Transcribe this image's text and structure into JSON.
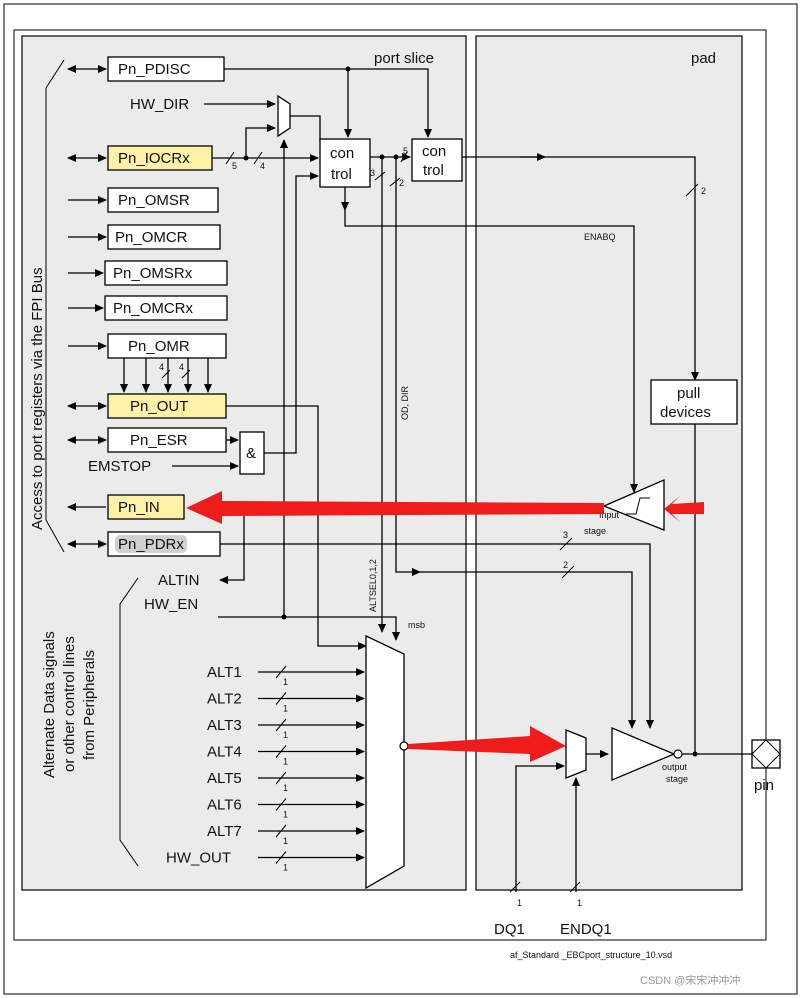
{
  "regions": {
    "port_slice": "port slice",
    "pad": "pad"
  },
  "bus_label": "Access to port registers via the FPI Bus",
  "periph_label": [
    "Alternate Data signals",
    "or other control lines",
    "from Peripherals"
  ],
  "registers": {
    "pdisc": "Pn_PDISC",
    "iocr": "Pn_IOCRx",
    "omsr": "Pn_OMSR",
    "omcr": "Pn_OMCR",
    "omsrx": "Pn_OMSRx",
    "omcrx": "Pn_OMCRx",
    "omr": "Pn_OMR",
    "out": "Pn_OUT",
    "esr": "Pn_ESR",
    "in": "Pn_IN",
    "pdr": "Pn_PDRx"
  },
  "signals": {
    "hw_dir": "HW_DIR",
    "emstop": "EMSTOP",
    "altin": "ALTIN",
    "hw_en": "HW_EN",
    "enabq": "ENABQ",
    "od_dir": "OD, DIR",
    "altsel": "ALTSEL0,1,2",
    "msb": "msb"
  },
  "blocks": {
    "control1": [
      "con",
      "trol"
    ],
    "control2": [
      "con",
      "trol"
    ],
    "and_gate": "&",
    "pull": [
      "pull",
      "devices"
    ],
    "input_stage": [
      "Input",
      "stage"
    ],
    "output_stage": [
      "output",
      "stage"
    ],
    "pin": "pin"
  },
  "alt_inputs": [
    "ALT1",
    "ALT2",
    "ALT3",
    "ALT4",
    "ALT5",
    "ALT6",
    "ALT7",
    "HW_OUT"
  ],
  "alt_bus_width": "1",
  "bus_widths": {
    "iocr_a": "5",
    "iocr_b": "4",
    "ctrl_a": "5",
    "ctrl_b": "3",
    "ctrl_c": "2",
    "pad_bus": "2",
    "omr_a": "4",
    "omr_b": "4",
    "pdr_a": "3",
    "pdr_b": "2",
    "dq1": "1",
    "endq1": "1"
  },
  "bottom_signals": {
    "dq1": "DQ1",
    "endq1": "ENDQ1"
  },
  "filename": "af_Standard _EBCport_structure_10.vsd",
  "watermark": "CSDN @宋宋冲冲冲",
  "colors": {
    "region_fill": "#ebebeb",
    "highlight": "#fff2a8",
    "pdr_fill": "#d0d0d0",
    "signal_path": "#ee1c1c"
  }
}
